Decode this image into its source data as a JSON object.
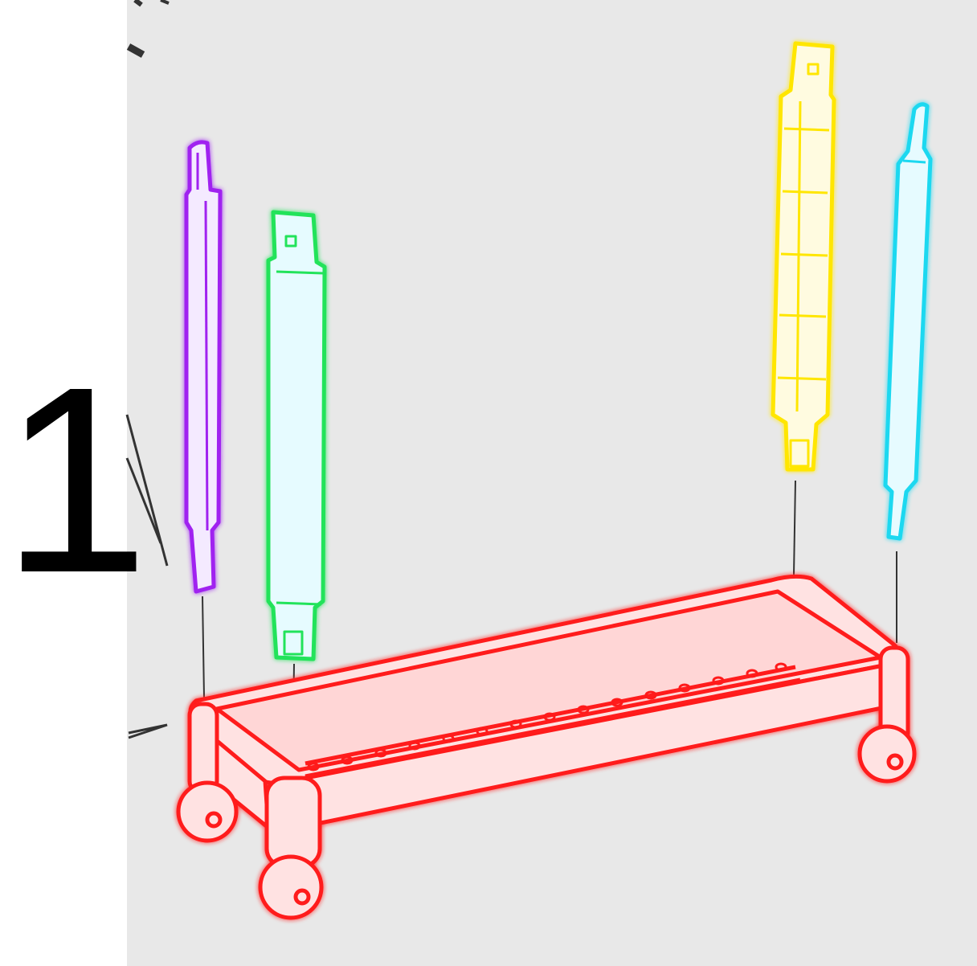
{
  "step": {
    "number": "1"
  },
  "colors": {
    "background_panel": "#e8e8e8",
    "outline": "#222222",
    "base_tray": "#ff1a1a",
    "post_left_back": "#a020f0",
    "post_left_front": "#22e35a",
    "post_right_back": "#ffe600",
    "post_right_front": "#1ad8f0"
  },
  "parts": [
    {
      "name": "base-tray-with-casters",
      "color_key": "base_tray"
    },
    {
      "name": "post-left-back",
      "color_key": "post_left_back"
    },
    {
      "name": "post-left-front",
      "color_key": "post_left_front"
    },
    {
      "name": "post-right-back",
      "color_key": "post_right_back"
    },
    {
      "name": "post-right-front",
      "color_key": "post_right_front"
    }
  ]
}
